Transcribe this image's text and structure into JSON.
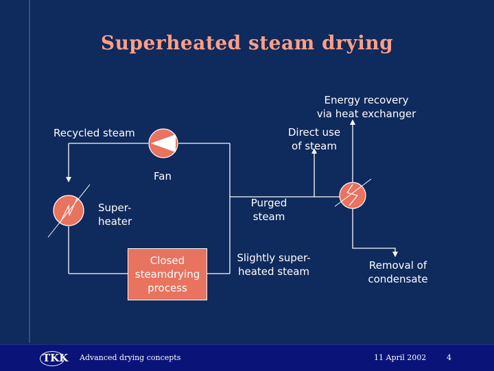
{
  "title": "Superheated steam drying",
  "labels": {
    "recycled_steam": "Recycled steam",
    "energy_recovery": "Energy recovery\nvia heat exchanger",
    "direct_use": "Direct use\nof steam",
    "fan": "Fan",
    "superheater": "Super-\nheater",
    "purged_steam": "Purged\nsteam",
    "closed_process": "Closed\nsteamdrying\nprocess",
    "slightly_superheated": "Slightly super-\nheated steam",
    "removal_condensate": "Removal of\ncondensate"
  },
  "footer": {
    "logo": "TKK",
    "caption": "Advanced drying concepts",
    "date": "11 April 2002",
    "page": "4"
  },
  "colors": {
    "background": "#0f2a5c",
    "title": "#ff9f86",
    "accent": "#e8735f",
    "footer": "#0a1478",
    "line": "#ffffff"
  }
}
